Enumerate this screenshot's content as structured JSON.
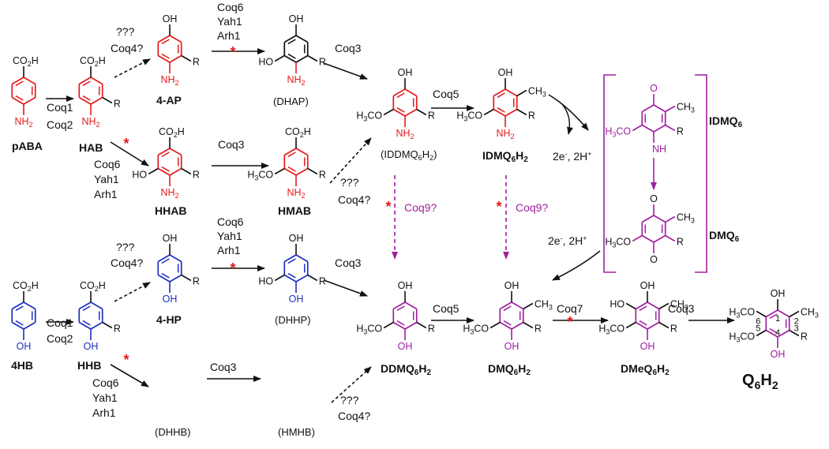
{
  "colors": {
    "red_ring": "#e41a1c",
    "blue_ring": "#1f2fbd",
    "purple": "#a020a0",
    "star": "#e41a1c",
    "black": "#111111"
  },
  "compounds": {
    "pABA": "pABA",
    "HAB": "HAB",
    "AP4": "4-AP",
    "DHAP": "(DHAP)",
    "IDDMQ6H2": "(IDDMQ6H2)",
    "IDMQ6H2": "IDMQ6H2",
    "IDMQ6": "IDMQ6",
    "DMQ6": "DMQ6",
    "HHAB": "HHAB",
    "HMAB": "HMAB",
    "HB4": "4HB",
    "HHB": "HHB",
    "HP4": "4-HP",
    "DHHP": "(DHHP)",
    "DDMQ6H2": "DDMQ6H2",
    "DMQ6H2": "DMQ6H2",
    "DMeQ6H2": "DMeQ6H2",
    "Q6H2": "Q6H2",
    "DHHB": "(DHHB)",
    "HMHB": "(HMHB)"
  },
  "enzymes": {
    "q1": "???",
    "q2": "Coq4?",
    "coq1": "Coq1",
    "coq2": "Coq2",
    "coq6": "Coq6",
    "yah1": "Yah1",
    "arh1": "Arh1",
    "coq3": "Coq3",
    "coq5": "Coq5",
    "coq7": "Coq7",
    "coq9": "Coq9?",
    "redox": "2e-, 2H+"
  },
  "atoms": {
    "co2h": "CO2H",
    "oh": "OH",
    "ho": "HO",
    "nh2": "NH2",
    "nh": "NH",
    "o": "O",
    "r": "R",
    "ch3": "CH3",
    "h3co": "H3CO",
    "star": "*"
  },
  "ring_numbers": [
    "1",
    "2",
    "3",
    "4",
    "5",
    "6"
  ]
}
